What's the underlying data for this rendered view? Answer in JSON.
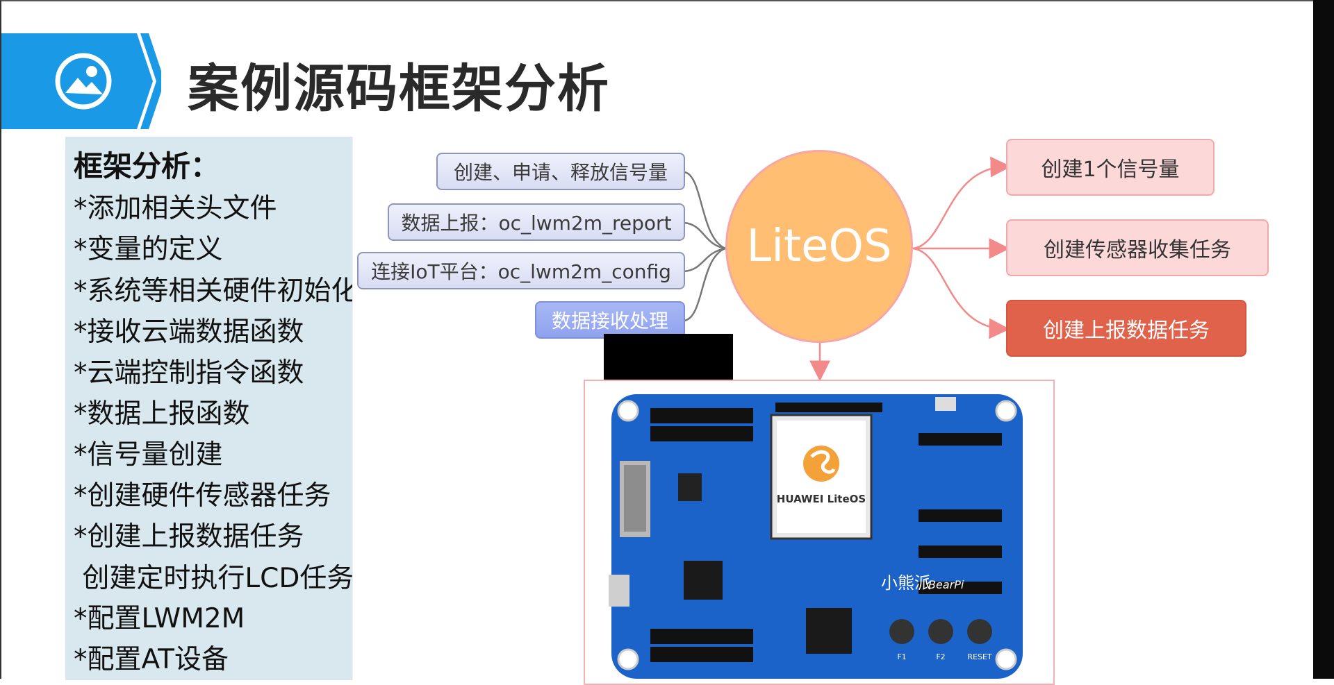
{
  "title": "案例源码框架分析",
  "panel": {
    "heading": "框架分析：",
    "items": [
      "*添加相关头文件",
      "*变量的定义",
      "*系统等相关硬件初始化",
      "*接收云端数据函数",
      "*云端控制指令函数",
      "*数据上报函数",
      "*信号量创建",
      "*创建硬件传感器任务",
      "*创建上报数据任务",
      " 创建定时执行LCD任务",
      "*配置LWM2M",
      "*配置AT设备"
    ]
  },
  "diagram": {
    "center": "LiteOS",
    "left_nodes": [
      "创建、申请、释放信号量",
      "数据上报：oc_lwm2m_report",
      "连接IoT平台：oc_lwm2m_config",
      "数据接收处理"
    ],
    "right_nodes": [
      "创建1个信号量",
      "创建传感器收集任务",
      "创建上报数据任务"
    ],
    "board": {
      "logo_text": "HUAWEI LiteOS",
      "silk_brand": "小熊派",
      "silk_brand_en": "BearPi",
      "button_labels": [
        "F1",
        "F2",
        "RESET"
      ]
    }
  },
  "colors": {
    "banner_blue": "#1a9ae6",
    "panel_bg": "#d8e8ee",
    "center_fill": "#ffbe72",
    "left_node_fill": "#dfe3f6",
    "right_node_fill": "#fcd8d8",
    "report_node_fill": "#e0624a",
    "board_blue": "#1b63c9"
  }
}
